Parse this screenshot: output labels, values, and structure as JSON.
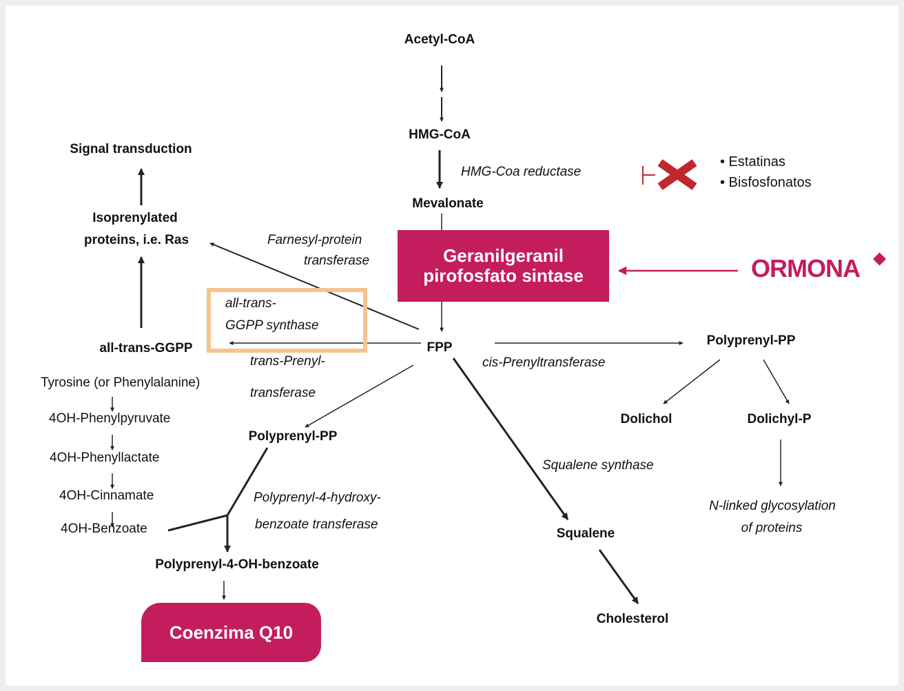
{
  "colors": {
    "accent": "#c41d5d",
    "highlight": "#f6c38f",
    "inhibit": "#c0282e",
    "line": "#222222"
  },
  "nodes": {
    "acetyl_coa": "Acetyl-CoA",
    "hmg_coa": "HMG-CoA",
    "mevalonate": "Mevalonate",
    "fpp": "FPP",
    "signal": "Signal transduction",
    "isoprenylated_1": "Isoprenylated",
    "isoprenylated_2": "proteins, i.e. Ras",
    "all_trans_ggpp": "all-trans-GGPP",
    "polyprenyl_pp_right": "Polyprenyl-PP",
    "dolichol": "Dolichol",
    "dolichyl_p": "Dolichyl-P",
    "polyprenyl_pp_left": "Polyprenyl-PP",
    "polyprenyl_oh": "Polyprenyl-4-OH-benzoate",
    "squalene": "Squalene",
    "cholesterol": "Cholesterol",
    "tyrosine": "Tyrosine (or Phenylalanine)",
    "phenylpyruvate": "4OH-Phenylpyruvate",
    "phenyllactate": "4OH-Phenyllactate",
    "cinnamate": "4OH-Cinnamate",
    "benzoate": "4OH-Benzoate",
    "nlinked_1": "N-linked glycosylation",
    "nlinked_2": "of proteins"
  },
  "enzymes": {
    "hmg_reductase": "HMG-Coa reductase",
    "farnesyl_1": "Farnesyl-protein",
    "farnesyl_2": "transferase",
    "ggpp_synthase_1": "all-trans-",
    "ggpp_synthase_2": "GGPP synthase",
    "trans_prenyl_1": "trans-Prenyl-",
    "trans_prenyl_2": "transferase",
    "cis_prenyl": "cis-Prenyltransferase",
    "squalene_synthase": "Squalene synthase",
    "polyprenyl_hb_1": "Polyprenyl-4-hydroxy-",
    "polyprenyl_hb_2": "benzoate transferase"
  },
  "highlight_box": {
    "line1": "Geranilgeranil",
    "line2": "pirofosfato sintase"
  },
  "coq10_box": "Coenzima Q10",
  "inhibitors": [
    "• Estatinas",
    "• Bisfosfonatos"
  ],
  "logo": {
    "text": "ORMONA",
    "icon": "flower-icon"
  }
}
